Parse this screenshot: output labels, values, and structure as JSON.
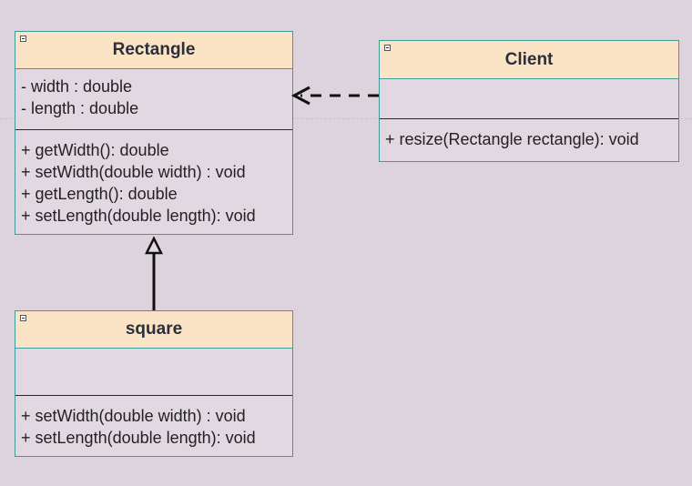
{
  "classes": {
    "rectangle": {
      "name": "Rectangle",
      "attributes": [
        "- width : double",
        "- length : double"
      ],
      "methods": [
        "+ getWidth(): double",
        "+ setWidth(double width) : void",
        "+ getLength(): double",
        "+ setLength(double length): void"
      ]
    },
    "client": {
      "name": "Client",
      "attributes": [],
      "methods": [
        "+ resize(Rectangle rectangle): void"
      ]
    },
    "square": {
      "name": "square",
      "attributes": [],
      "methods": [
        "+ setWidth(double width) : void",
        "+ setLength(double length): void"
      ]
    }
  },
  "relations": [
    {
      "type": "dependency",
      "from": "Client",
      "to": "Rectangle"
    },
    {
      "type": "generalization",
      "from": "square",
      "to": "Rectangle"
    }
  ],
  "colors": {
    "background": "#dcd3dc",
    "header": "#fbe4c6",
    "border": "#3f9a99",
    "text": "#222222"
  }
}
